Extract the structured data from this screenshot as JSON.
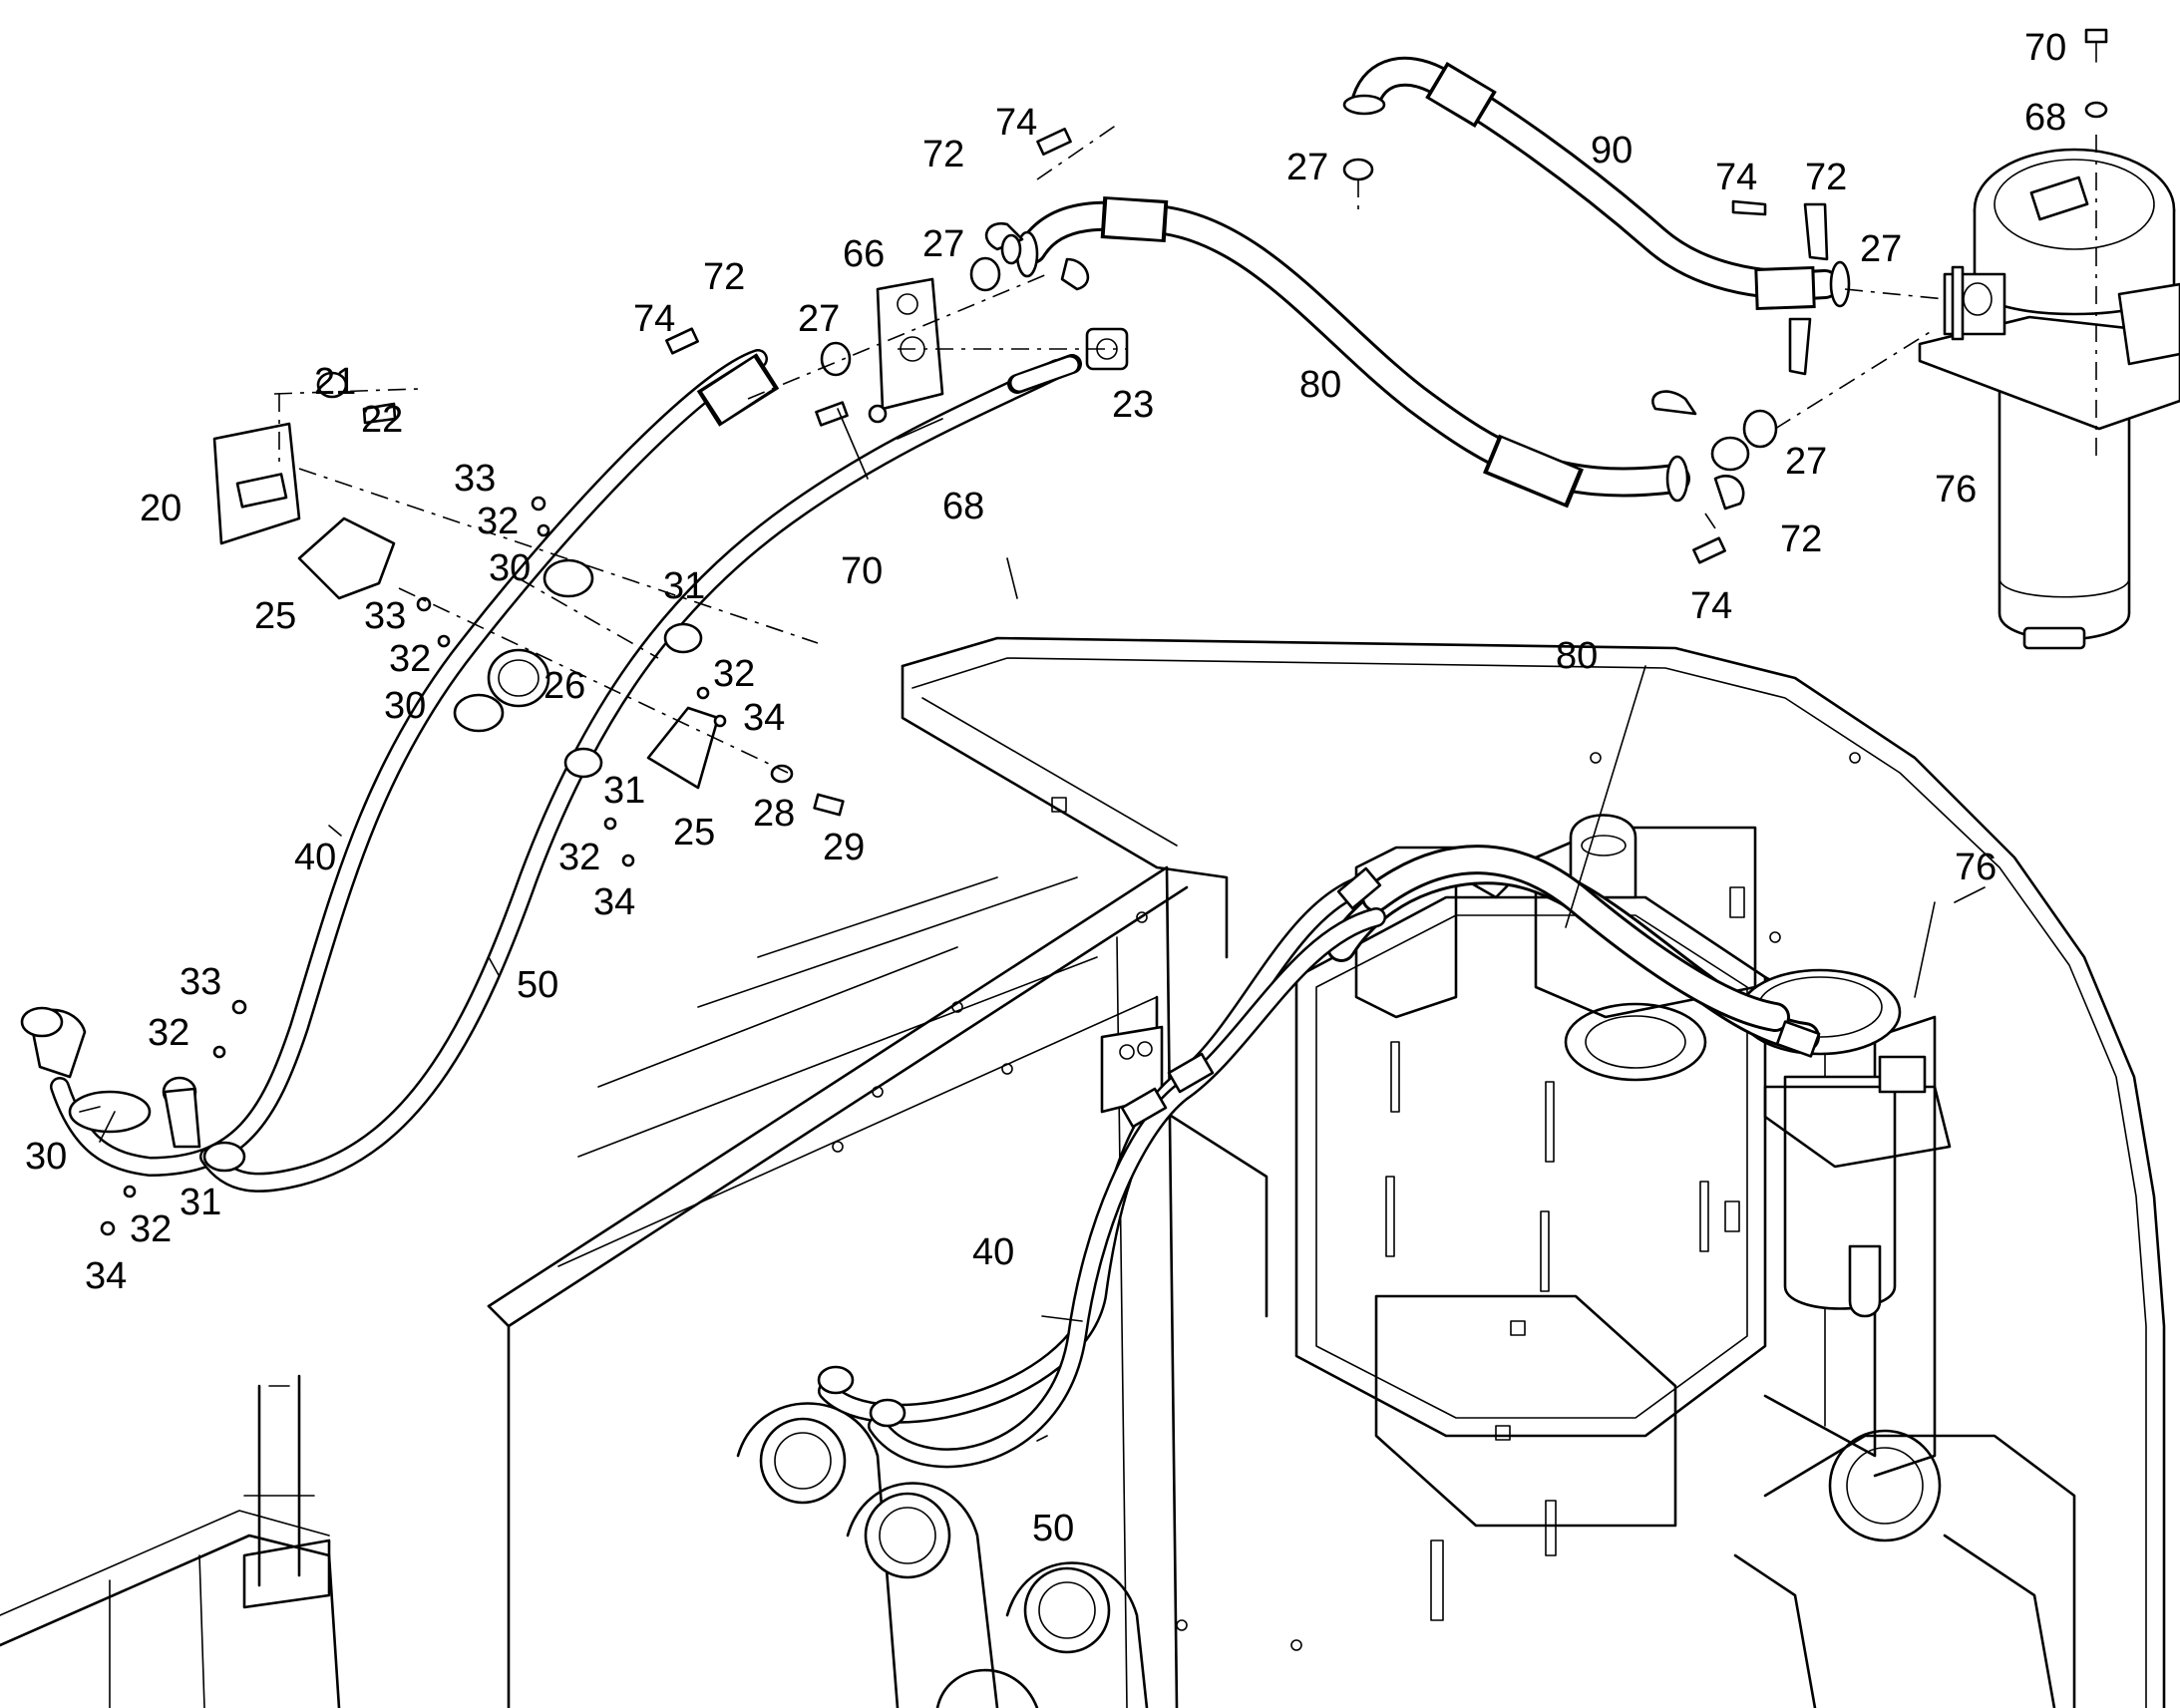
{
  "callouts": [
    {
      "id": "c-70-top",
      "text": "70"
    },
    {
      "id": "c-68-top",
      "text": "68"
    },
    {
      "id": "c-74-top",
      "text": "74"
    },
    {
      "id": "c-72-top",
      "text": "72"
    },
    {
      "id": "c-27-90",
      "text": "27"
    },
    {
      "id": "c-90",
      "text": "90"
    },
    {
      "id": "c-74-right",
      "text": "74"
    },
    {
      "id": "c-72-right",
      "text": "72"
    },
    {
      "id": "c-27-right",
      "text": "27"
    },
    {
      "id": "c-66",
      "text": "66"
    },
    {
      "id": "c-27-66",
      "text": "27"
    },
    {
      "id": "c-72-left",
      "text": "72"
    },
    {
      "id": "c-74-left",
      "text": "74"
    },
    {
      "id": "c-27-left",
      "text": "27"
    },
    {
      "id": "c-21",
      "text": "21"
    },
    {
      "id": "c-22",
      "text": "22"
    },
    {
      "id": "c-20",
      "text": "20"
    },
    {
      "id": "c-23",
      "text": "23"
    },
    {
      "id": "c-80-top",
      "text": "80"
    },
    {
      "id": "c-27-lower",
      "text": "27"
    },
    {
      "id": "c-76-top",
      "text": "76"
    },
    {
      "id": "c-72-lower",
      "text": "72"
    },
    {
      "id": "c-74-lower",
      "text": "74"
    },
    {
      "id": "c-68-mid",
      "text": "68"
    },
    {
      "id": "c-70-mid",
      "text": "70"
    },
    {
      "id": "c-33-a",
      "text": "33"
    },
    {
      "id": "c-32-a",
      "text": "32"
    },
    {
      "id": "c-30-a",
      "text": "30"
    },
    {
      "id": "c-31-a",
      "text": "31"
    },
    {
      "id": "c-25-a",
      "text": "25"
    },
    {
      "id": "c-33-b",
      "text": "33"
    },
    {
      "id": "c-32-b",
      "text": "32"
    },
    {
      "id": "c-26",
      "text": "26"
    },
    {
      "id": "c-30-b",
      "text": "30"
    },
    {
      "id": "c-32-c",
      "text": "32"
    },
    {
      "id": "c-34-a",
      "text": "34"
    },
    {
      "id": "c-31-b",
      "text": "31"
    },
    {
      "id": "c-25-b",
      "text": "25"
    },
    {
      "id": "c-28",
      "text": "28"
    },
    {
      "id": "c-29",
      "text": "29"
    },
    {
      "id": "c-40-top",
      "text": "40"
    },
    {
      "id": "c-32-d",
      "text": "32"
    },
    {
      "id": "c-34-b",
      "text": "34"
    },
    {
      "id": "c-50-top",
      "text": "50"
    },
    {
      "id": "c-80-frame",
      "text": "80"
    },
    {
      "id": "c-76-frame",
      "text": "76"
    },
    {
      "id": "c-33-c",
      "text": "33"
    },
    {
      "id": "c-32-e",
      "text": "32"
    },
    {
      "id": "c-30-c",
      "text": "30"
    },
    {
      "id": "c-31-c",
      "text": "31"
    },
    {
      "id": "c-32-f",
      "text": "32"
    },
    {
      "id": "c-34-c",
      "text": "34"
    },
    {
      "id": "c-40-frame",
      "text": "40"
    },
    {
      "id": "c-50-frame",
      "text": "50"
    }
  ]
}
